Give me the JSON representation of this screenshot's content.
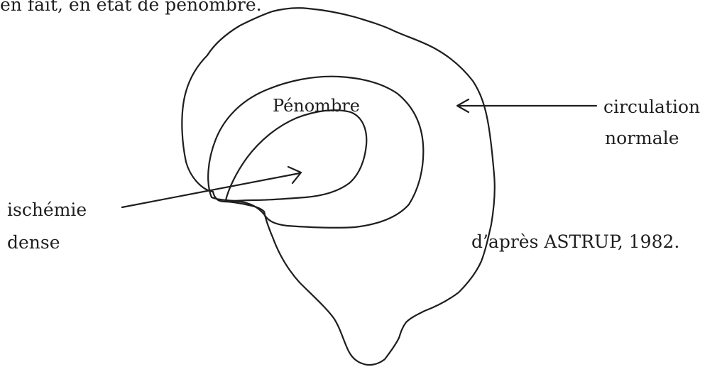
{
  "header": {
    "text": "en fait, en état de pénombre."
  },
  "diagram": {
    "zone_penumbra_label": "Pénombre",
    "normal_flow_label_line1": "circulation",
    "normal_flow_label_line2": "normale",
    "ischemia_label_line1": "ischémie",
    "ischemia_label_line2": "dense",
    "source_note": "d’après ASTRUP, 1982.",
    "line_color": "#1e1e1e"
  }
}
